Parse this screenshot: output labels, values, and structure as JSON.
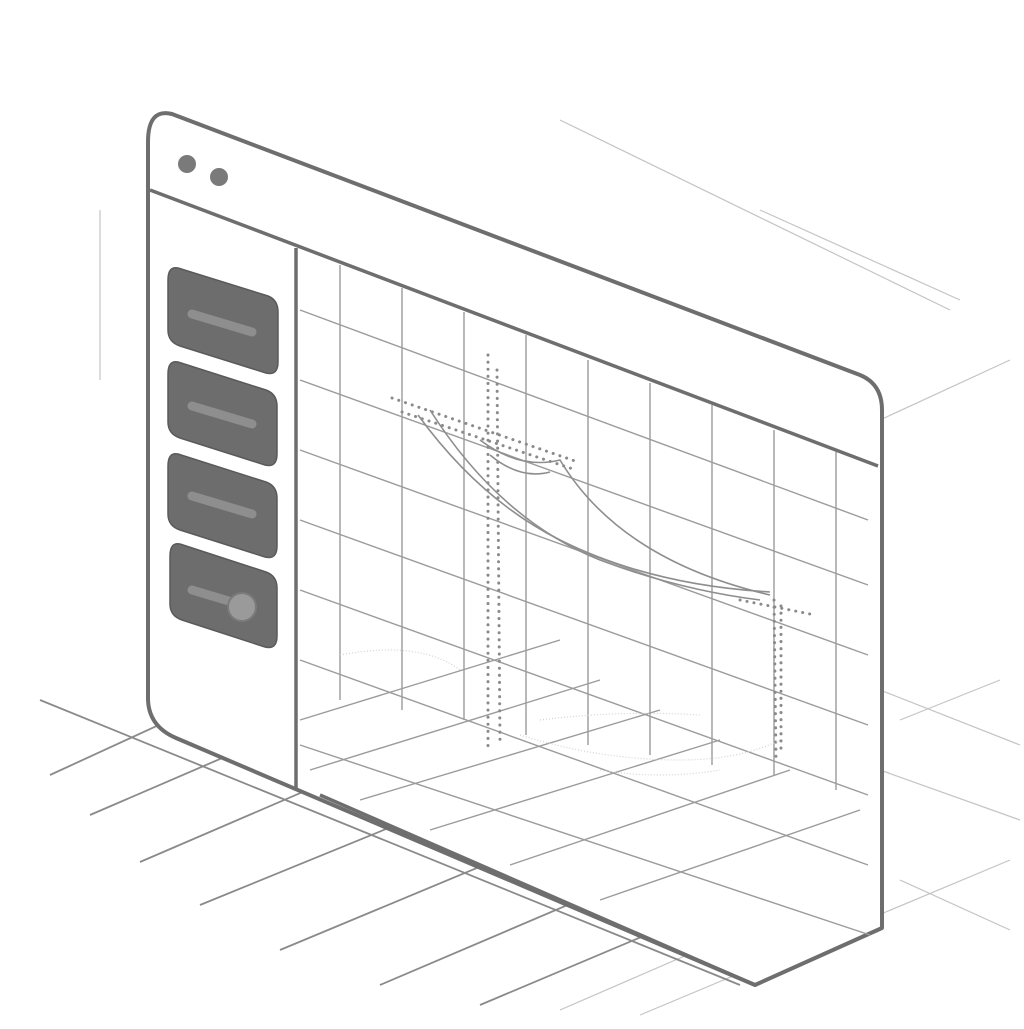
{
  "scene": {
    "description_icon": "browser-window-with-chart-icon"
  },
  "window": {
    "controls": [
      "window-dot",
      "window-dot"
    ]
  },
  "sidebar": {
    "items": [
      {
        "kind": "button",
        "icon": "bar-icon"
      },
      {
        "kind": "button",
        "icon": "bar-icon"
      },
      {
        "kind": "button",
        "icon": "bar-icon"
      },
      {
        "kind": "slider",
        "icon": "slider-icon",
        "level": 0.65
      }
    ]
  },
  "colors": {
    "stroke": "#6e6e6e",
    "button_fill": "#6d6d6d",
    "grid": "#9b9b9b"
  }
}
